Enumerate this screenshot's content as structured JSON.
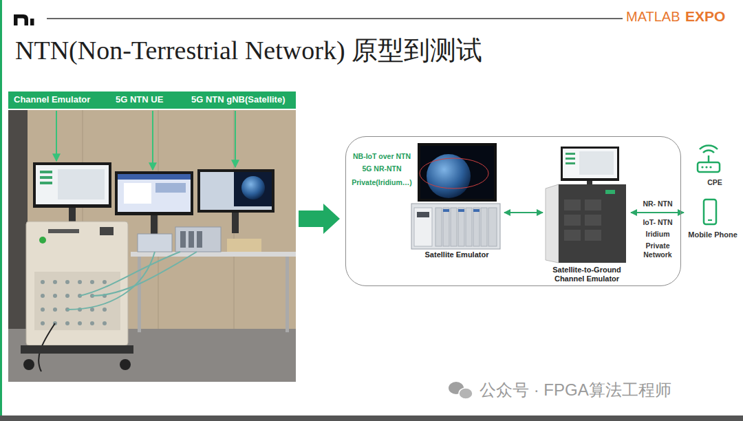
{
  "diagram": {
    "title": "NTN(Non-Terrestrial Network) 原型到测试",
    "nodes": [
      {
        "text": [
          "Channel Emulator",
          "5G NTN UE",
          "5G NTN gNB(Satellite)"
        ]
      },
      {
        "text": [
          "NB-IoT over NTN",
          "5G NR-NTN",
          "Private(Iridium…)"
        ]
      },
      {
        "text": [
          "Satellite Emulator"
        ],
        "in": 1
      },
      {
        "text": [
          "Satellite-to-Ground Channel Emulator"
        ],
        "in": 1
      },
      {
        "text": [
          "CPE"
        ]
      },
      {
        "text": [
          "Mobile Phone"
        ]
      }
    ],
    "edges": [
      {
        "from": 2,
        "to": 3,
        "arrow": "both"
      },
      {
        "from": 3,
        "to": 5,
        "arrow": "both"
      }
    ],
    "labels": [
      "MATLAB",
      "EXPO",
      "NR- NTN",
      "IoT- NTN",
      "Iridium",
      "Private Network",
      "公众号 · FPGA算法工程师"
    ]
  }
}
